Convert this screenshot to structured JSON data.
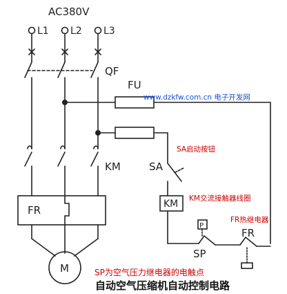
{
  "title": "自动空气压缩机自动控制电路",
  "supply": {
    "voltage_label": "AC380V",
    "phases": [
      "L1",
      "L2",
      "L3"
    ]
  },
  "labels": {
    "qf": "QF",
    "fu": "FU",
    "km_contacts": "KM",
    "fr_block": "FR",
    "sa": "SA",
    "km_coil": "KM",
    "p_symbol": "P",
    "sp": "SP",
    "fr_contact": "FR",
    "motor": "M",
    "watermark": "www.dzkfw.com.cn 电子开发网"
  },
  "annotations": {
    "sa": "SA启动按钮",
    "km": "KM交流接触器线圈",
    "fr": "FR热继电器",
    "sp": "SP为空气压力继电器的电触点"
  },
  "colors": {
    "line": "#222222",
    "annotation_red": "#cc0000",
    "watermark_blue": "#1a4fd6"
  }
}
